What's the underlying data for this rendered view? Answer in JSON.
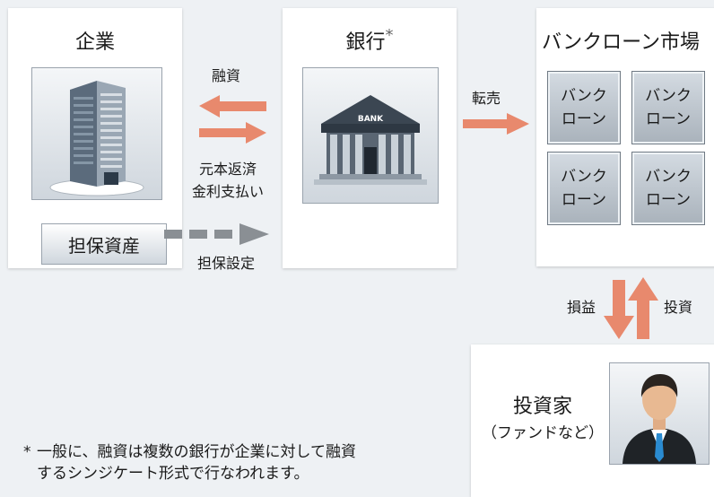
{
  "company": {
    "title": "企業",
    "collateral": "担保資産"
  },
  "bank": {
    "title": "銀行",
    "title_mark": "*",
    "bank_sign": "BANK"
  },
  "market": {
    "title": "バンクローン市場",
    "loans": [
      "バンク\nローン",
      "バンク\nローン",
      "バンク\nローン",
      "バンク\nローン"
    ]
  },
  "investor": {
    "title": "投資家",
    "subtitle": "（ファンドなど）"
  },
  "arrows": {
    "financing": "融資",
    "repayment_line1": "元本返済",
    "repayment_line2": "金利支払い",
    "collateral_setting": "担保設定",
    "resale": "転売",
    "profit_loss": "損益",
    "investment": "投資"
  },
  "footnote": {
    "mark": "*",
    "line1": "一般に、融資は複数の銀行が企業に対して融資",
    "line2": "するシンジケート形式で行なわれます。"
  },
  "colors": {
    "arrow": "#e8896d",
    "dashed_arrow": "#8a8f94",
    "card": "#ffffff",
    "background": "#eef1f4"
  }
}
